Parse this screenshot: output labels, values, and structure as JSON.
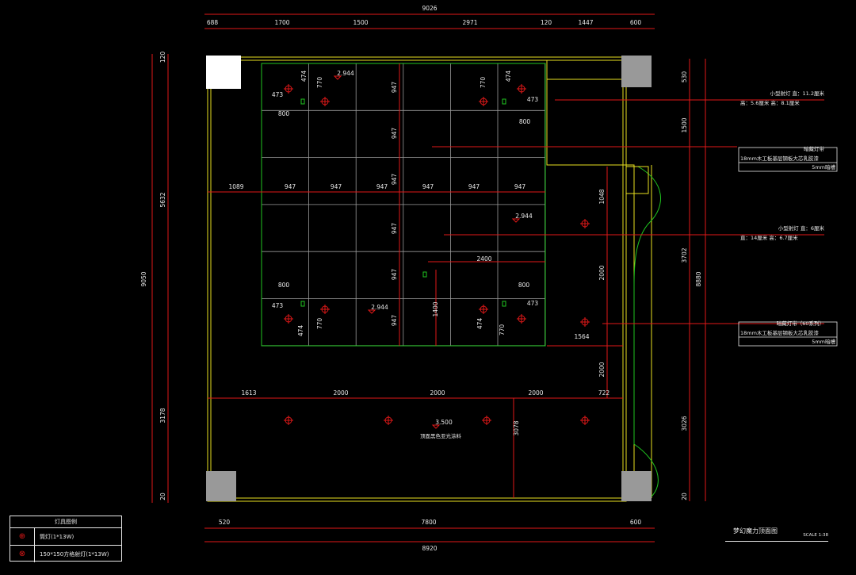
{
  "colors": {
    "dim_line": "#e01818",
    "wall": "#e8e020",
    "highlight": "#1fc51f",
    "grid": "#9a9a9a",
    "background": "#000000",
    "text": "#e8e8e8"
  },
  "top_dims": {
    "overall": "9026",
    "segments": [
      "688",
      "1700",
      "1500",
      "2971",
      "120",
      "1447",
      "600"
    ]
  },
  "bottom_dims": {
    "overall": "8920",
    "segments": [
      "520",
      "7800",
      "600"
    ]
  },
  "left_dims": {
    "overall": "9050",
    "segments": [
      "120",
      "5632",
      "3178",
      "20"
    ]
  },
  "right_dims": {
    "overall": "8880",
    "segments": [
      "530",
      "1500",
      "3702",
      "3026",
      "20"
    ]
  },
  "inner_dims": {
    "row_947": [
      "1089",
      "947",
      "947",
      "947",
      "947",
      "947",
      "947"
    ],
    "col_947": [
      "947",
      "947",
      "947",
      "947",
      "947",
      "947"
    ],
    "bottom_row": [
      "1613",
      "2000",
      "2000",
      "2000",
      "722"
    ],
    "right_col": [
      "1048",
      "2000",
      "2000"
    ],
    "misc": [
      "474",
      "770",
      "473",
      "800",
      "474",
      "770",
      "473",
      "800",
      "2400",
      "1400",
      "1564",
      "3078",
      "800",
      "473",
      "474",
      "770",
      "800",
      "473",
      "474",
      "770"
    ]
  },
  "levels": [
    "2.944",
    "2.944",
    "2.944",
    "3.500"
  ],
  "ceiling_note": "顶面黑色亚光涂料",
  "callouts": [
    {
      "title": "小型射灯 直：11.2厘米",
      "sub": "高：5.6厘米 高：8.1厘米"
    },
    {
      "title": "暗藏灯带",
      "sub": "18mm木工板基层钢板大芯乳胶漆",
      "extra": "5mm暗槽"
    },
    {
      "title": "小型射灯 直：6厘米",
      "sub": "直：14厘米 高：6.7厘米"
    },
    {
      "title": "暗藏灯带（60系列）",
      "sub": "18mm木工板基层钢板大芯乳胶漆",
      "extra": "5mm暗槽"
    }
  ],
  "legend": {
    "title": "灯具图例",
    "rows": [
      {
        "icon": "downlight-icon",
        "label": "筒灯(1*13W)"
      },
      {
        "icon": "grille-light-icon",
        "label": "150*150方格射灯(1*13W)"
      }
    ]
  },
  "title_block": {
    "title": "梦幻魔力顶面图",
    "scale": "SCALE 1:38"
  }
}
